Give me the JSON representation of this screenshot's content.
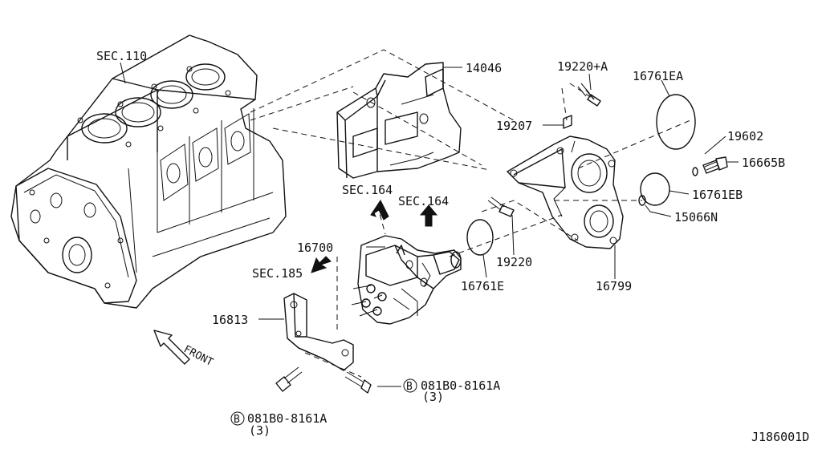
{
  "labels": {
    "sec110": "SEC.110",
    "p14046": "14046",
    "p19220a": "19220+A",
    "p16761ea": "16761EA",
    "p19207": "19207",
    "p19602": "19602",
    "p16665b": "16665B",
    "sec164a": "SEC.164",
    "sec164b": "SEC.164",
    "p16761eb": "16761EB",
    "p15066n": "15066N",
    "p16700": "16700",
    "p19220": "19220",
    "sec185": "SEC.185",
    "p16761e": "16761E",
    "p16799": "16799",
    "p16813": "16813",
    "front": "FRONT",
    "bolt_right_code": "081B0-8161A",
    "bolt_right_qty": "(3)",
    "bolt_left_code": "081B0-8161A",
    "bolt_left_qty": "(3)",
    "badge_b": "B",
    "diagram_id": "J186001D"
  }
}
